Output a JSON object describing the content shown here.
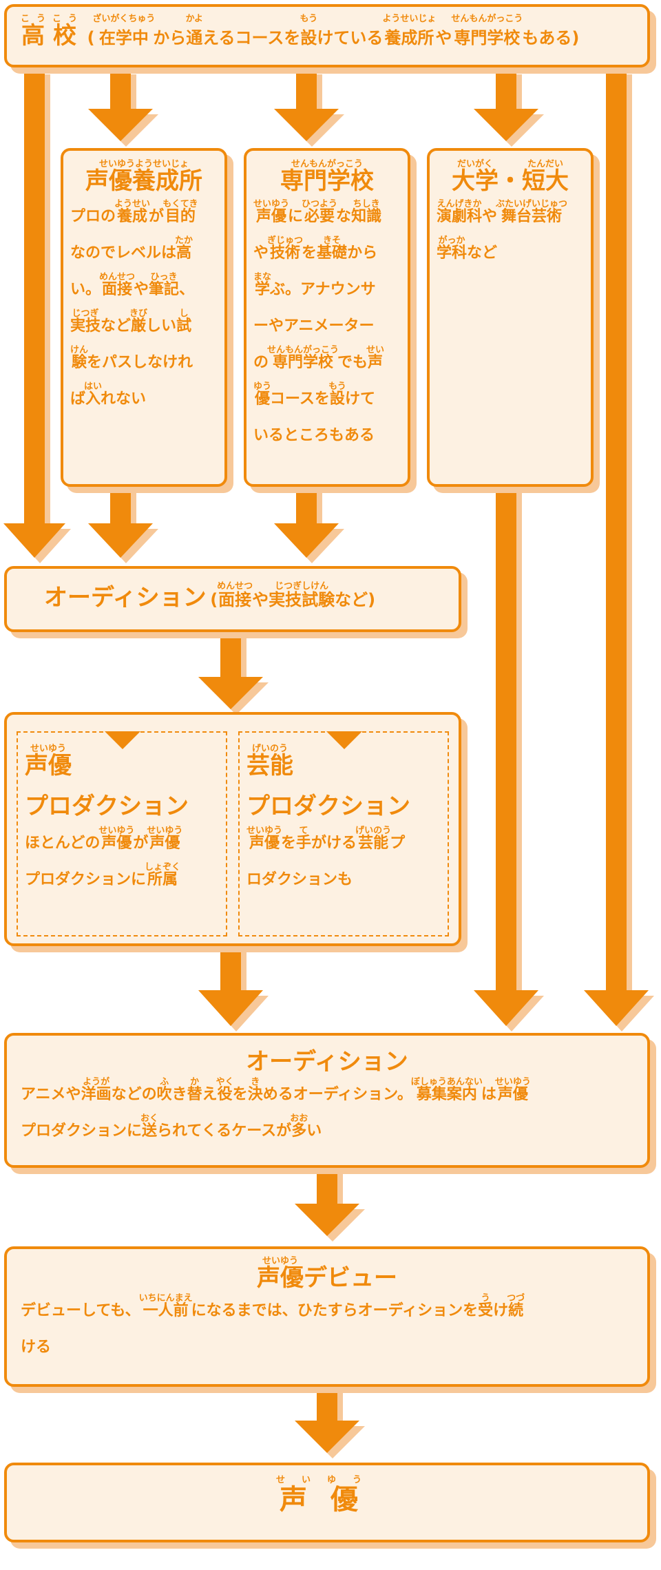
{
  "high_school": {
    "title": [
      {
        "t": "高",
        "r": "こう"
      },
      {
        "t": "校",
        "r": "こう"
      }
    ],
    "note": [
      {
        "t": "("
      },
      {
        "t": "在学中",
        "r": "ざいがくちゅう"
      },
      {
        "t": "から"
      },
      {
        "t": "通",
        "r": "かよ"
      },
      {
        "t": "えるコースを"
      },
      {
        "t": "設",
        "r": "もう"
      },
      {
        "t": "けている"
      },
      {
        "t": "養成所",
        "r": "ようせいじょ"
      },
      {
        "t": "や"
      },
      {
        "t": "専門学校",
        "r": "せんもんがっこう"
      },
      {
        "t": "もある)"
      }
    ]
  },
  "training_school": {
    "title": [
      {
        "t": "声優養成所",
        "r": "せいゆうようせいじょ"
      }
    ],
    "lines": [
      [
        {
          "t": "プロの"
        },
        {
          "t": "養成",
          "r": "ようせい"
        },
        {
          "t": "が"
        },
        {
          "t": "目的",
          "r": "もくてき"
        }
      ],
      [
        {
          "t": "なのでレベルは"
        },
        {
          "t": "高",
          "r": "たか"
        }
      ],
      [
        {
          "t": "い。"
        },
        {
          "t": "面接",
          "r": "めんせつ"
        },
        {
          "t": "や"
        },
        {
          "t": "筆記",
          "r": "ひっき"
        },
        {
          "t": "、"
        }
      ],
      [
        {
          "t": "実技",
          "r": "じつぎ"
        },
        {
          "t": "など"
        },
        {
          "t": "厳",
          "r": "きび"
        },
        {
          "t": "しい"
        },
        {
          "t": "試",
          "r": "し"
        }
      ],
      [
        {
          "t": "験",
          "r": "けん"
        },
        {
          "t": "をパスしなけれ"
        }
      ],
      [
        {
          "t": "ば"
        },
        {
          "t": "入",
          "r": "はい"
        },
        {
          "t": "れない"
        }
      ]
    ]
  },
  "vocational_school": {
    "title": [
      {
        "t": "専門学校",
        "r": "せんもんがっこう"
      }
    ],
    "lines": [
      [
        {
          "t": "声優",
          "r": "せいゆう"
        },
        {
          "t": "に"
        },
        {
          "t": "必要",
          "r": "ひつよう"
        },
        {
          "t": "な"
        },
        {
          "t": "知識",
          "r": "ちしき"
        }
      ],
      [
        {
          "t": "や"
        },
        {
          "t": "技術",
          "r": "ぎじゅつ"
        },
        {
          "t": "を"
        },
        {
          "t": "基礎",
          "r": "きそ"
        },
        {
          "t": "から"
        }
      ],
      [
        {
          "t": "学",
          "r": "まな"
        },
        {
          "t": "ぶ。アナウンサ"
        }
      ],
      [
        {
          "t": "ーやアニメーター"
        }
      ],
      [
        {
          "t": "の"
        },
        {
          "t": "専門学校",
          "r": "せんもんがっこう"
        },
        {
          "t": "でも"
        },
        {
          "t": "声",
          "r": "せい"
        }
      ],
      [
        {
          "t": "優",
          "r": "ゆう"
        },
        {
          "t": "コースを"
        },
        {
          "t": "設",
          "r": "もう"
        },
        {
          "t": "けて"
        }
      ],
      [
        {
          "t": "いるところもある"
        }
      ]
    ]
  },
  "university": {
    "title": [
      {
        "t": "大学",
        "r": "だいがく"
      },
      {
        "t": "・"
      },
      {
        "t": "短大",
        "r": "たんだい"
      }
    ],
    "lines": [
      [
        {
          "t": "演劇科",
          "r": "えんげきか"
        },
        {
          "t": "や"
        },
        {
          "t": "舞台芸術",
          "r": "ぶたいげいじゅつ"
        }
      ],
      [
        {
          "t": "学科",
          "r": "がっか"
        },
        {
          "t": "など"
        }
      ]
    ]
  },
  "audition1": {
    "title": [
      {
        "t": "オーディション"
      }
    ],
    "note": [
      {
        "t": "("
      },
      {
        "t": "面接",
        "r": "めんせつ"
      },
      {
        "t": "や"
      },
      {
        "t": "実技試験",
        "r": "じつぎしけん"
      },
      {
        "t": "など)"
      }
    ]
  },
  "production_voice": {
    "title1": [
      {
        "t": "声優",
        "r": "せいゆう"
      }
    ],
    "title2": [
      {
        "t": "プロダクション"
      }
    ],
    "lines": [
      [
        {
          "t": "ほとんどの"
        },
        {
          "t": "声優",
          "r": "せいゆう"
        },
        {
          "t": "が"
        },
        {
          "t": "声優",
          "r": "せいゆう"
        }
      ],
      [
        {
          "t": "プロダクションに"
        },
        {
          "t": "所属",
          "r": "しょぞく"
        }
      ]
    ]
  },
  "production_talent": {
    "title1": [
      {
        "t": "芸能",
        "r": "げいのう"
      }
    ],
    "title2": [
      {
        "t": "プロダクション"
      }
    ],
    "lines": [
      [
        {
          "t": "声優",
          "r": "せいゆう"
        },
        {
          "t": "を"
        },
        {
          "t": "手",
          "r": "て"
        },
        {
          "t": "がける"
        },
        {
          "t": "芸能",
          "r": "げいのう"
        },
        {
          "t": "プ"
        }
      ],
      [
        {
          "t": "ロダクションも"
        }
      ]
    ]
  },
  "audition2": {
    "title": [
      {
        "t": "オーディション"
      }
    ],
    "lines": [
      [
        {
          "t": "アニメや"
        },
        {
          "t": "洋画",
          "r": "ようが"
        },
        {
          "t": "などの"
        },
        {
          "t": "吹",
          "r": "ふ"
        },
        {
          "t": "き"
        },
        {
          "t": "替",
          "r": "か"
        },
        {
          "t": "え"
        },
        {
          "t": "役",
          "r": "やく"
        },
        {
          "t": "を"
        },
        {
          "t": "決",
          "r": "き"
        },
        {
          "t": "めるオーディション。"
        },
        {
          "t": "募集案内",
          "r": "ぼしゅうあんない"
        },
        {
          "t": "は"
        },
        {
          "t": "声優",
          "r": "せいゆう"
        }
      ],
      [
        {
          "t": "プロダクションに"
        },
        {
          "t": "送",
          "r": "おく"
        },
        {
          "t": "られてくるケースが"
        },
        {
          "t": "多",
          "r": "おお"
        },
        {
          "t": "い"
        }
      ]
    ]
  },
  "debut": {
    "title": [
      {
        "t": "声優",
        "r": "せいゆう"
      },
      {
        "t": "デビュー"
      }
    ],
    "lines": [
      [
        {
          "t": "デビューしても、"
        },
        {
          "t": "一人前",
          "r": "いちにんまえ"
        },
        {
          "t": "になるまでは、ひたすらオーディションを"
        },
        {
          "t": "受",
          "r": "う"
        },
        {
          "t": "け"
        },
        {
          "t": "続",
          "r": "つづ"
        }
      ],
      [
        {
          "t": "ける"
        }
      ]
    ]
  },
  "voice_actor": {
    "title": [
      {
        "t": "声",
        "r": "せい"
      },
      {
        "t": "優",
        "r": "ゆう"
      }
    ]
  }
}
